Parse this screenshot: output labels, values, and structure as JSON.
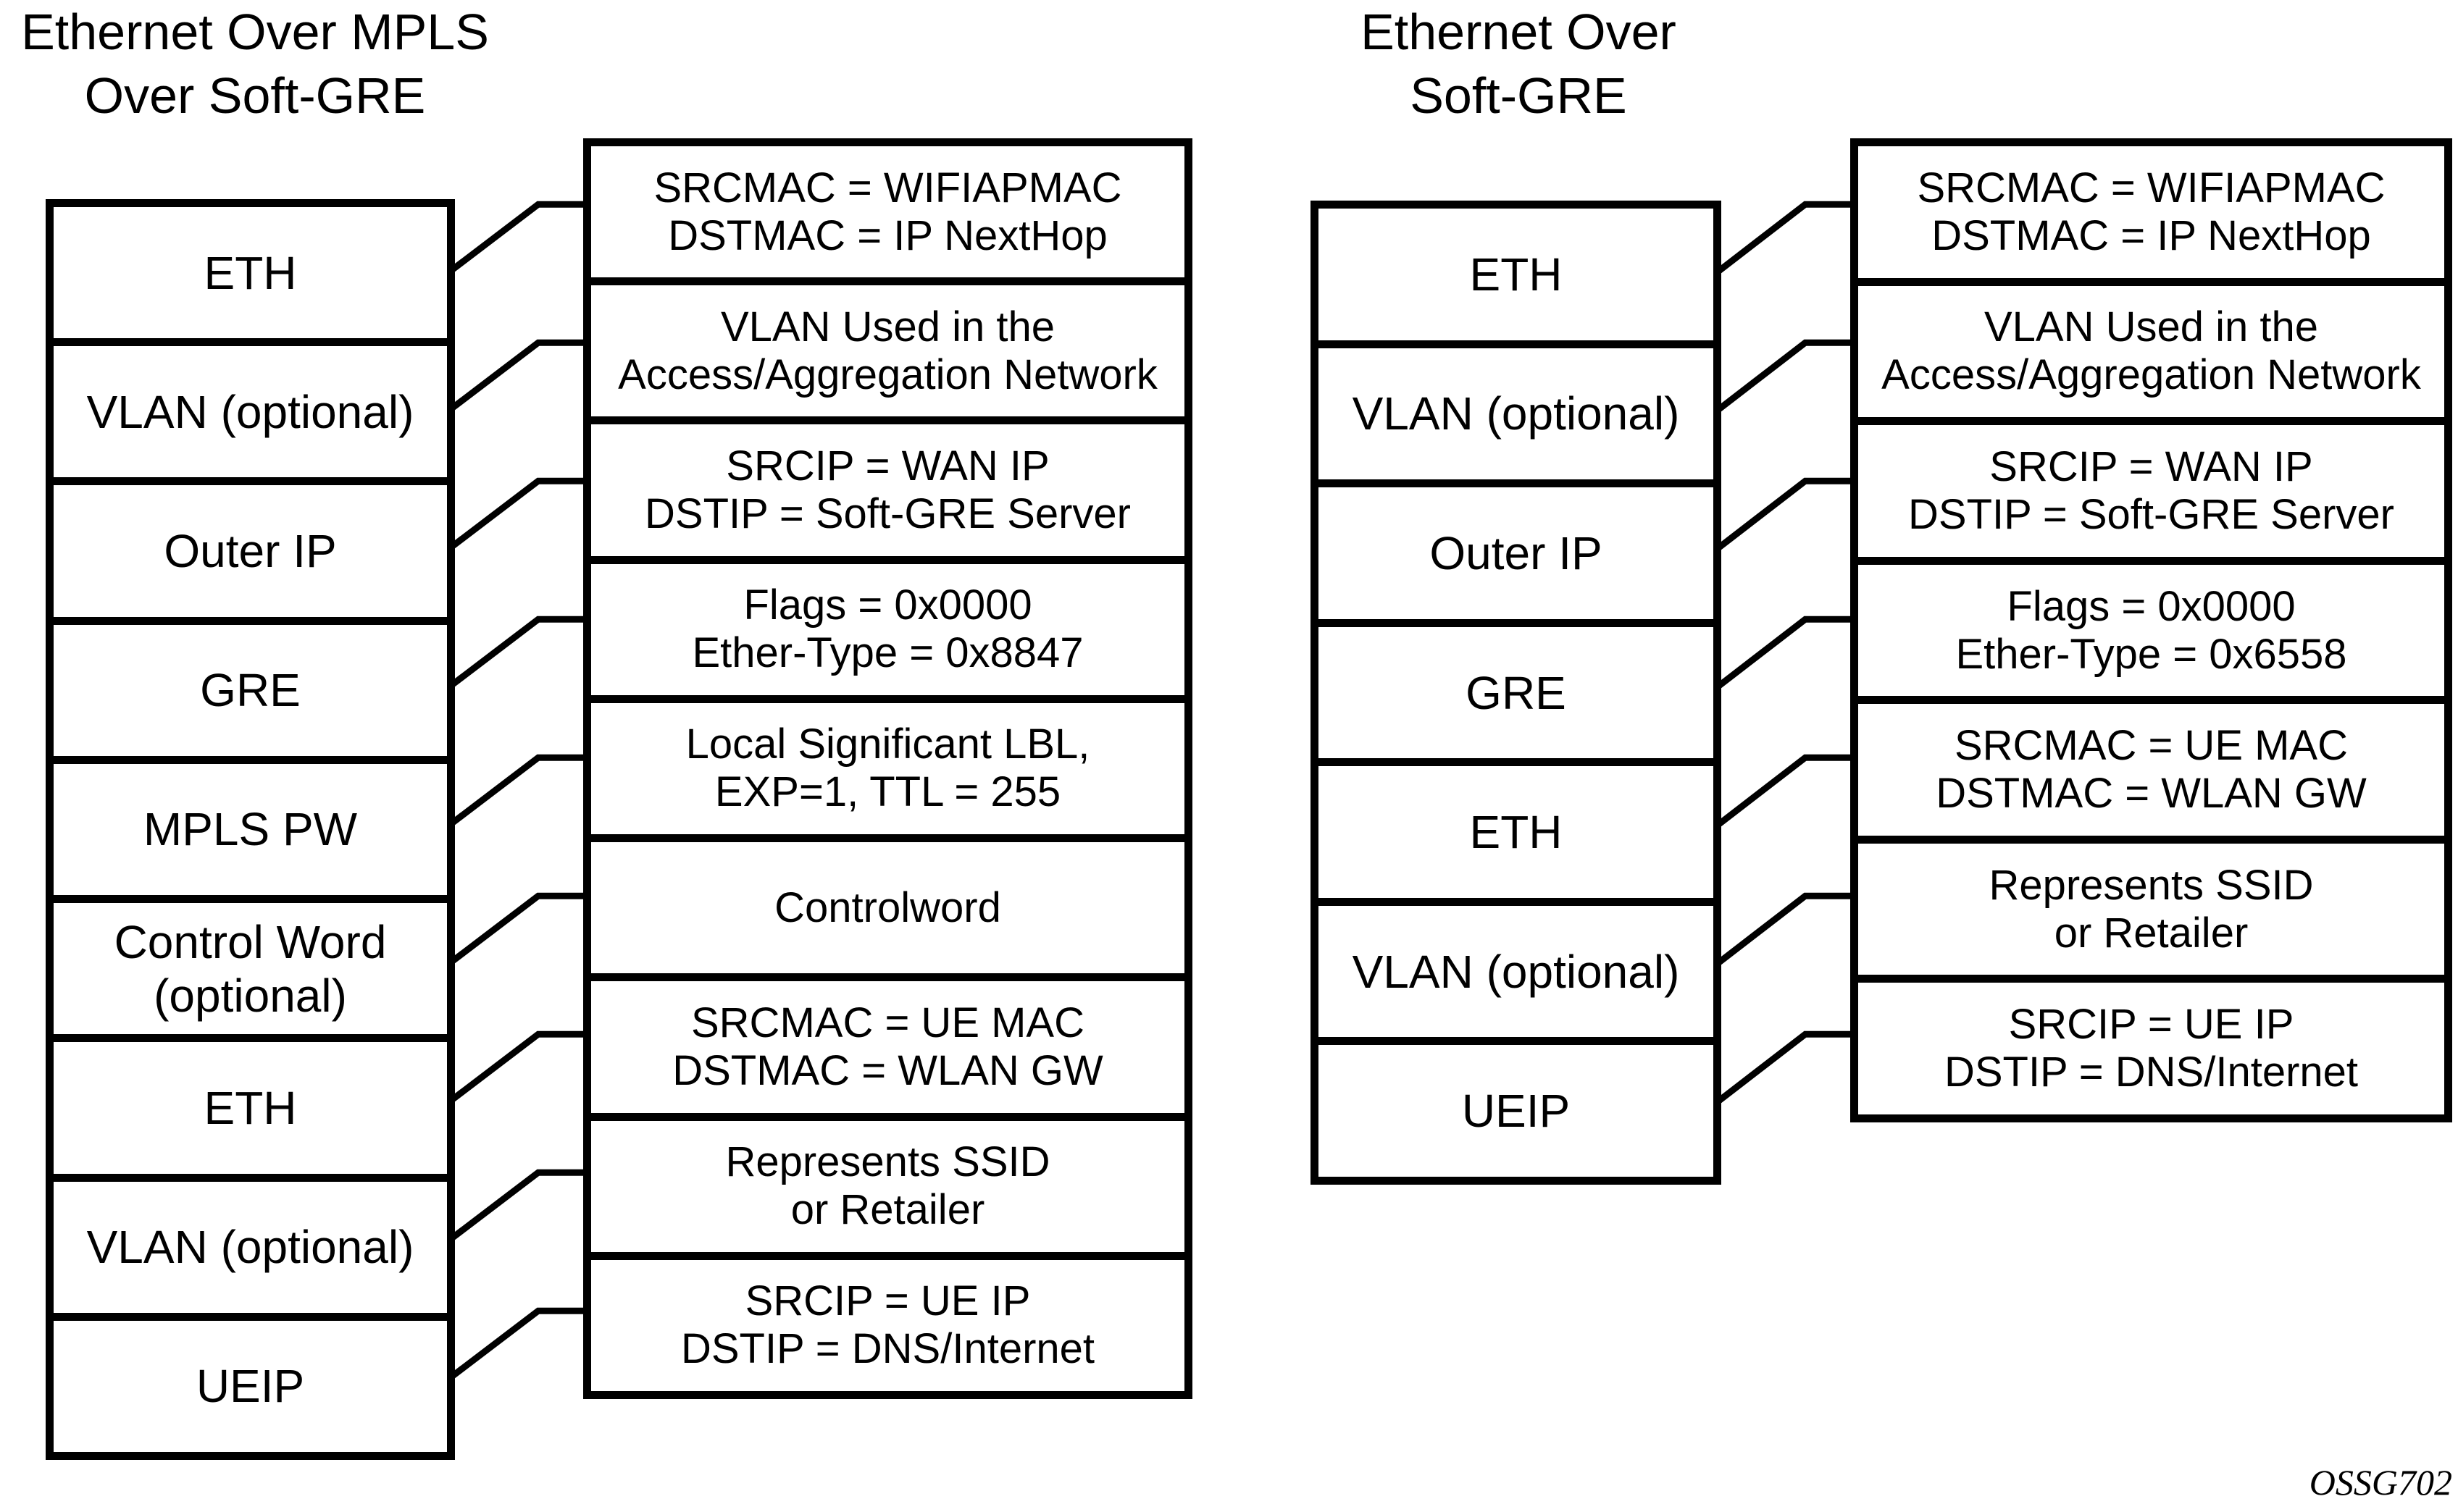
{
  "page": {
    "background": "#ffffff",
    "ink": "#000000"
  },
  "footer": {
    "figure_id": "OSSG702"
  },
  "diagrams": [
    {
      "name": "ethernet-over-mpls-over-soft-gre",
      "title_lines": [
        "Ethernet Over MPLS",
        "Over Soft-GRE"
      ],
      "stack": [
        [
          "ETH"
        ],
        [
          "VLAN (optional)"
        ],
        [
          "Outer IP"
        ],
        [
          "GRE"
        ],
        [
          "MPLS PW"
        ],
        [
          "Control Word",
          "(optional)"
        ],
        [
          "ETH"
        ],
        [
          "VLAN (optional)"
        ],
        [
          "UEIP"
        ]
      ],
      "descriptions": [
        [
          "SRCMAC = WIFIAPMAC",
          "DSTMAC = IP NextHop"
        ],
        [
          "VLAN Used in the",
          "Access/Aggregation Network"
        ],
        [
          "SRCIP = WAN IP",
          "DSTIP = Soft-GRE Server"
        ],
        [
          "Flags = 0x0000",
          "Ether-Type = 0x8847"
        ],
        [
          "Local Significant LBL,",
          "EXP=1, TTL = 255"
        ],
        [
          "Controlword"
        ],
        [
          "SRCMAC = UE MAC",
          "DSTMAC = WLAN GW"
        ],
        [
          "Represents SSID",
          "or Retailer"
        ],
        [
          "SRCIP = UE IP",
          "DSTIP = DNS/Internet"
        ]
      ]
    },
    {
      "name": "ethernet-over-soft-gre",
      "title_lines": [
        "Ethernet Over",
        "Soft-GRE"
      ],
      "stack": [
        [
          "ETH"
        ],
        [
          "VLAN (optional)"
        ],
        [
          "Outer IP"
        ],
        [
          "GRE"
        ],
        [
          "ETH"
        ],
        [
          "VLAN (optional)"
        ],
        [
          "UEIP"
        ]
      ],
      "descriptions": [
        [
          "SRCMAC = WIFIAPMAC",
          "DSTMAC = IP NextHop"
        ],
        [
          "VLAN Used in the",
          "Access/Aggregation Network"
        ],
        [
          "SRCIP = WAN IP",
          "DSTIP = Soft-GRE Server"
        ],
        [
          "Flags = 0x0000",
          "Ether-Type = 0x6558"
        ],
        [
          "SRCMAC = UE MAC",
          "DSTMAC = WLAN GW"
        ],
        [
          "Represents SSID",
          "or Retailer"
        ],
        [
          "SRCIP = UE IP",
          "DSTIP = DNS/Internet"
        ]
      ]
    }
  ]
}
